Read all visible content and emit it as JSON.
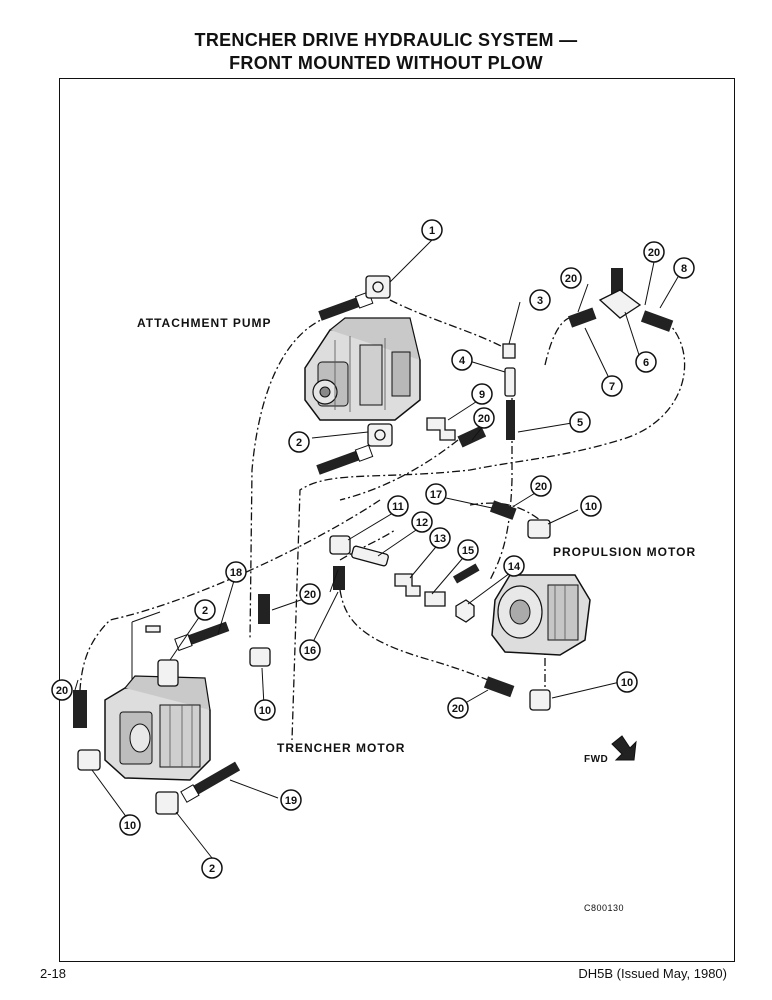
{
  "header": {
    "title_line1": "TRENCHER DRIVE HYDRAULIC SYSTEM —",
    "title_line2": "FRONT MOUNTED WITHOUT PLOW"
  },
  "labels": {
    "attachment_pump": "ATTACHMENT PUMP",
    "propulsion_motor": "PROPULSION MOTOR",
    "trencher_motor": "TRENCHER MOTOR",
    "fwd": "FWD",
    "drawing_code": "C800130"
  },
  "callouts": [
    "1",
    "2",
    "3",
    "4",
    "5",
    "6",
    "7",
    "8",
    "9",
    "10",
    "11",
    "12",
    "13",
    "14",
    "15",
    "16",
    "17",
    "18",
    "19",
    "20"
  ],
  "footer": {
    "page_number": "2-18",
    "publication": "DH5B (Issued May, 1980)"
  }
}
